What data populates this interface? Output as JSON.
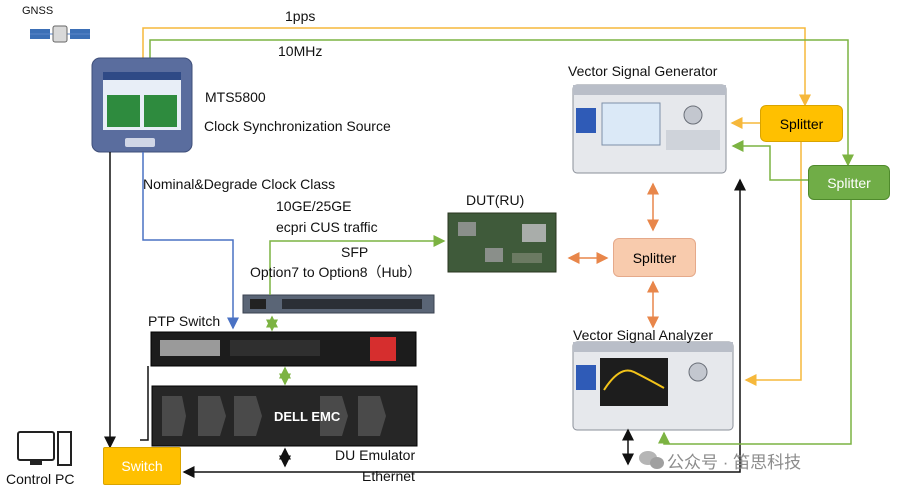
{
  "labels": {
    "gnss": "GNSS",
    "pps": "1pps",
    "tenmhz": "10MHz",
    "mts_name": "MTS5800",
    "mts_desc": "Clock Synchronization Source",
    "vsg": "Vector Signal Generator",
    "clock_class": "Nominal&Degrade Clock Class",
    "dut": "DUT(RU)",
    "traffic_1": "10GE/25GE",
    "traffic_2": "ecpri CUS traffic",
    "traffic_3": "SFP",
    "traffic_4": "Option7 to Option8（Hub）",
    "ptp_switch": "PTP Switch",
    "vsa": "Vector Signal Analyzer",
    "du_emulator": "DU Emulator",
    "ethernet": "Ethernet",
    "control_pc": "Control PC",
    "dell_logo": "DELL EMC"
  },
  "boxes": {
    "splitter_top": "Splitter",
    "splitter_right": "Splitter",
    "splitter_mid": "Splitter",
    "switch": "Switch"
  },
  "watermark": "公众号 · 笛思科技",
  "colors": {
    "green_line": "#7cb342",
    "orange_line": "#f6b83b",
    "blue_line": "#4a72c4",
    "black_line": "#111111",
    "splitter_orange_fill": "#ffc000",
    "splitter_green_fill": "#70ad47",
    "splitter_peach_fill": "#f8cbad",
    "switch_fill": "#ffc000",
    "bidir_arrow_orange": "#e8864a",
    "bidir_arrow_green": "#7cb342"
  }
}
